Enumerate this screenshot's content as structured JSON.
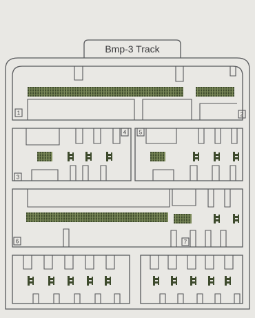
{
  "title": "Bmp-3 Track",
  "part_numbers": [
    "1",
    "2",
    "3",
    "4",
    "5",
    "6",
    "7"
  ],
  "colors": {
    "background": "#e9e8e4",
    "sprue": "#56575a",
    "track_dark": "#3d4a2c",
    "track_light": "#7c8a5a"
  }
}
